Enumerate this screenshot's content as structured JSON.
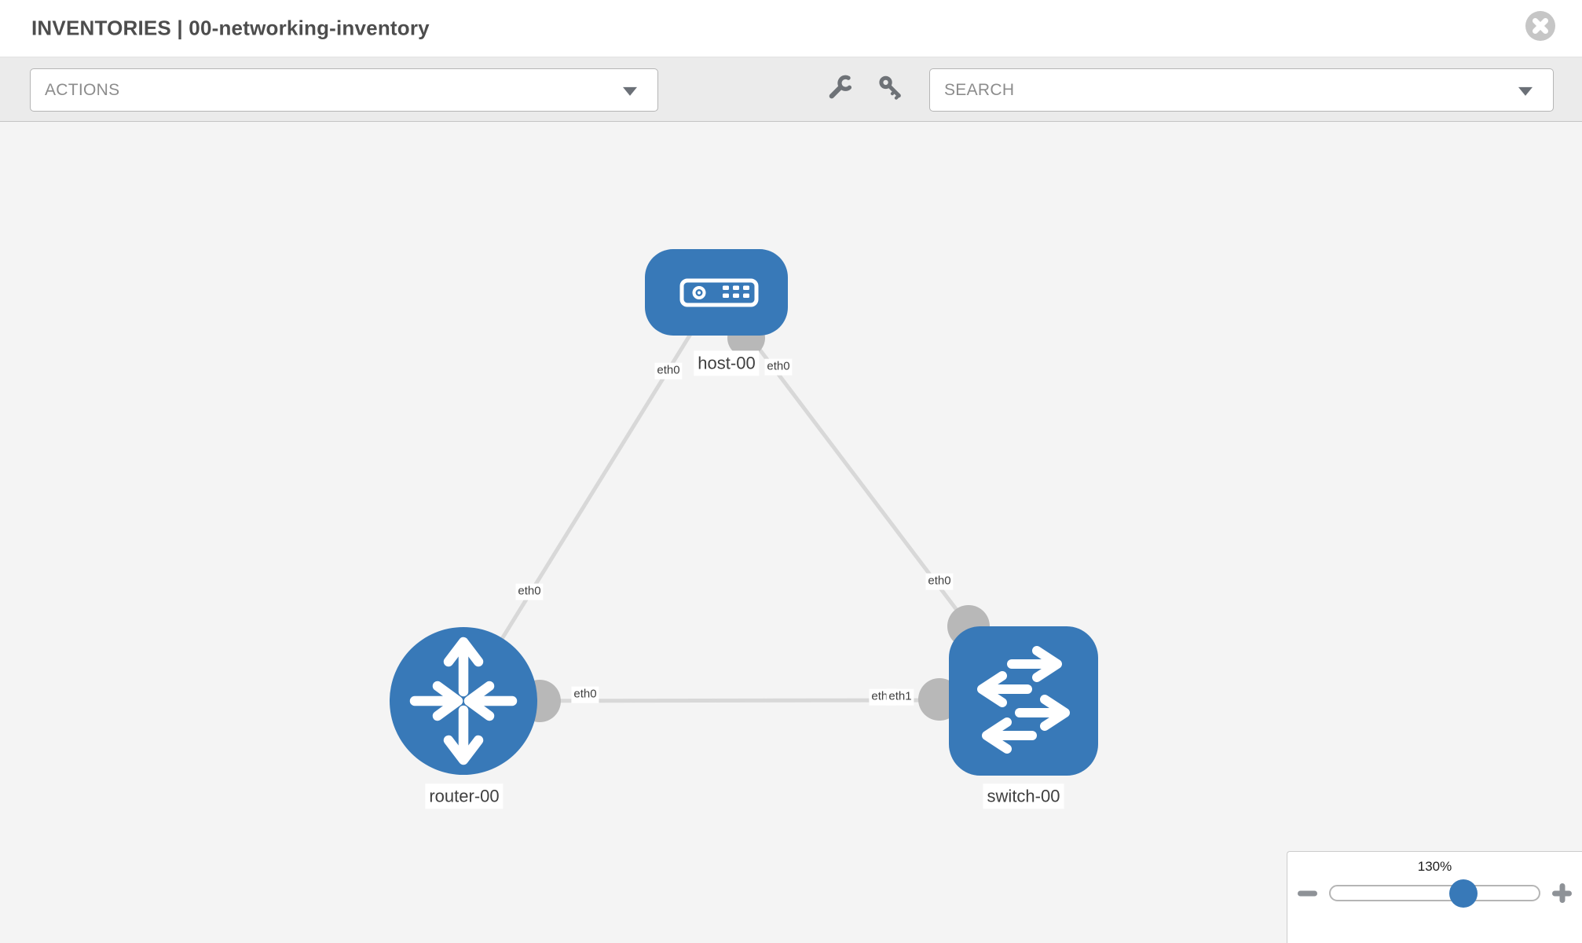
{
  "header": {
    "title": "INVENTORIES | 00-networking-inventory"
  },
  "toolbar": {
    "actions_label": "ACTIONS",
    "search_label": "SEARCH"
  },
  "icons": {
    "close": "x-in-circle",
    "wrench": "wrench",
    "key": "key",
    "dropdown_caret": "caret-down",
    "zoom_out": "minus",
    "zoom_in": "plus",
    "host_glyph": "server-box",
    "router_glyph": "four-way-routing-arrows",
    "switch_glyph": "alternating-switch-arrows"
  },
  "zoom_control": {
    "level": "130%",
    "thumb_position_percent": 64
  },
  "topology": {
    "nodes": [
      {
        "label": "host-00",
        "type": "host",
        "shape": "rounded-rectangle",
        "icon": "server-box"
      },
      {
        "label": "router-00",
        "type": "router",
        "shape": "circle",
        "icon": "four-way-routing-arrows"
      },
      {
        "label": "switch-00",
        "type": "switch",
        "shape": "rounded-square",
        "icon": "alternating-switch-arrows"
      }
    ],
    "links": [
      {
        "from": "host-00",
        "to": "router-00",
        "from_interface": "eth0",
        "to_interface": "eth0"
      },
      {
        "from": "host-00",
        "to": "switch-00",
        "from_interface": "eth0",
        "to_interface": "eth0"
      },
      {
        "from": "router-00",
        "to": "switch-00",
        "from_interface": "eth0",
        "to_interface": "eth1"
      }
    ],
    "node_labels": [
      {
        "text": "host-00"
      },
      {
        "text": "router-00"
      },
      {
        "text": "switch-00"
      }
    ],
    "interface_labels": [
      {
        "text": "eth0"
      },
      {
        "text": "eth0"
      },
      {
        "text": "eth0"
      },
      {
        "text": "eth0"
      },
      {
        "text": "eth0"
      },
      {
        "text": "eth1"
      },
      {
        "text": "eth1"
      }
    ]
  },
  "colors": {
    "node_blue": "#3879b8",
    "link_gray": "#d8d8d8",
    "port_gray": "#b8b8b8",
    "canvas_bg": "#f4f4f4",
    "toolbar_bg": "#ebebeb",
    "title_text": "#4d4d4d",
    "placeholder_text": "#8c8c8c",
    "icon_gray": "#6e7277",
    "close_gray": "#c6c6c6",
    "zoom_control_gray": "#8e9297"
  }
}
